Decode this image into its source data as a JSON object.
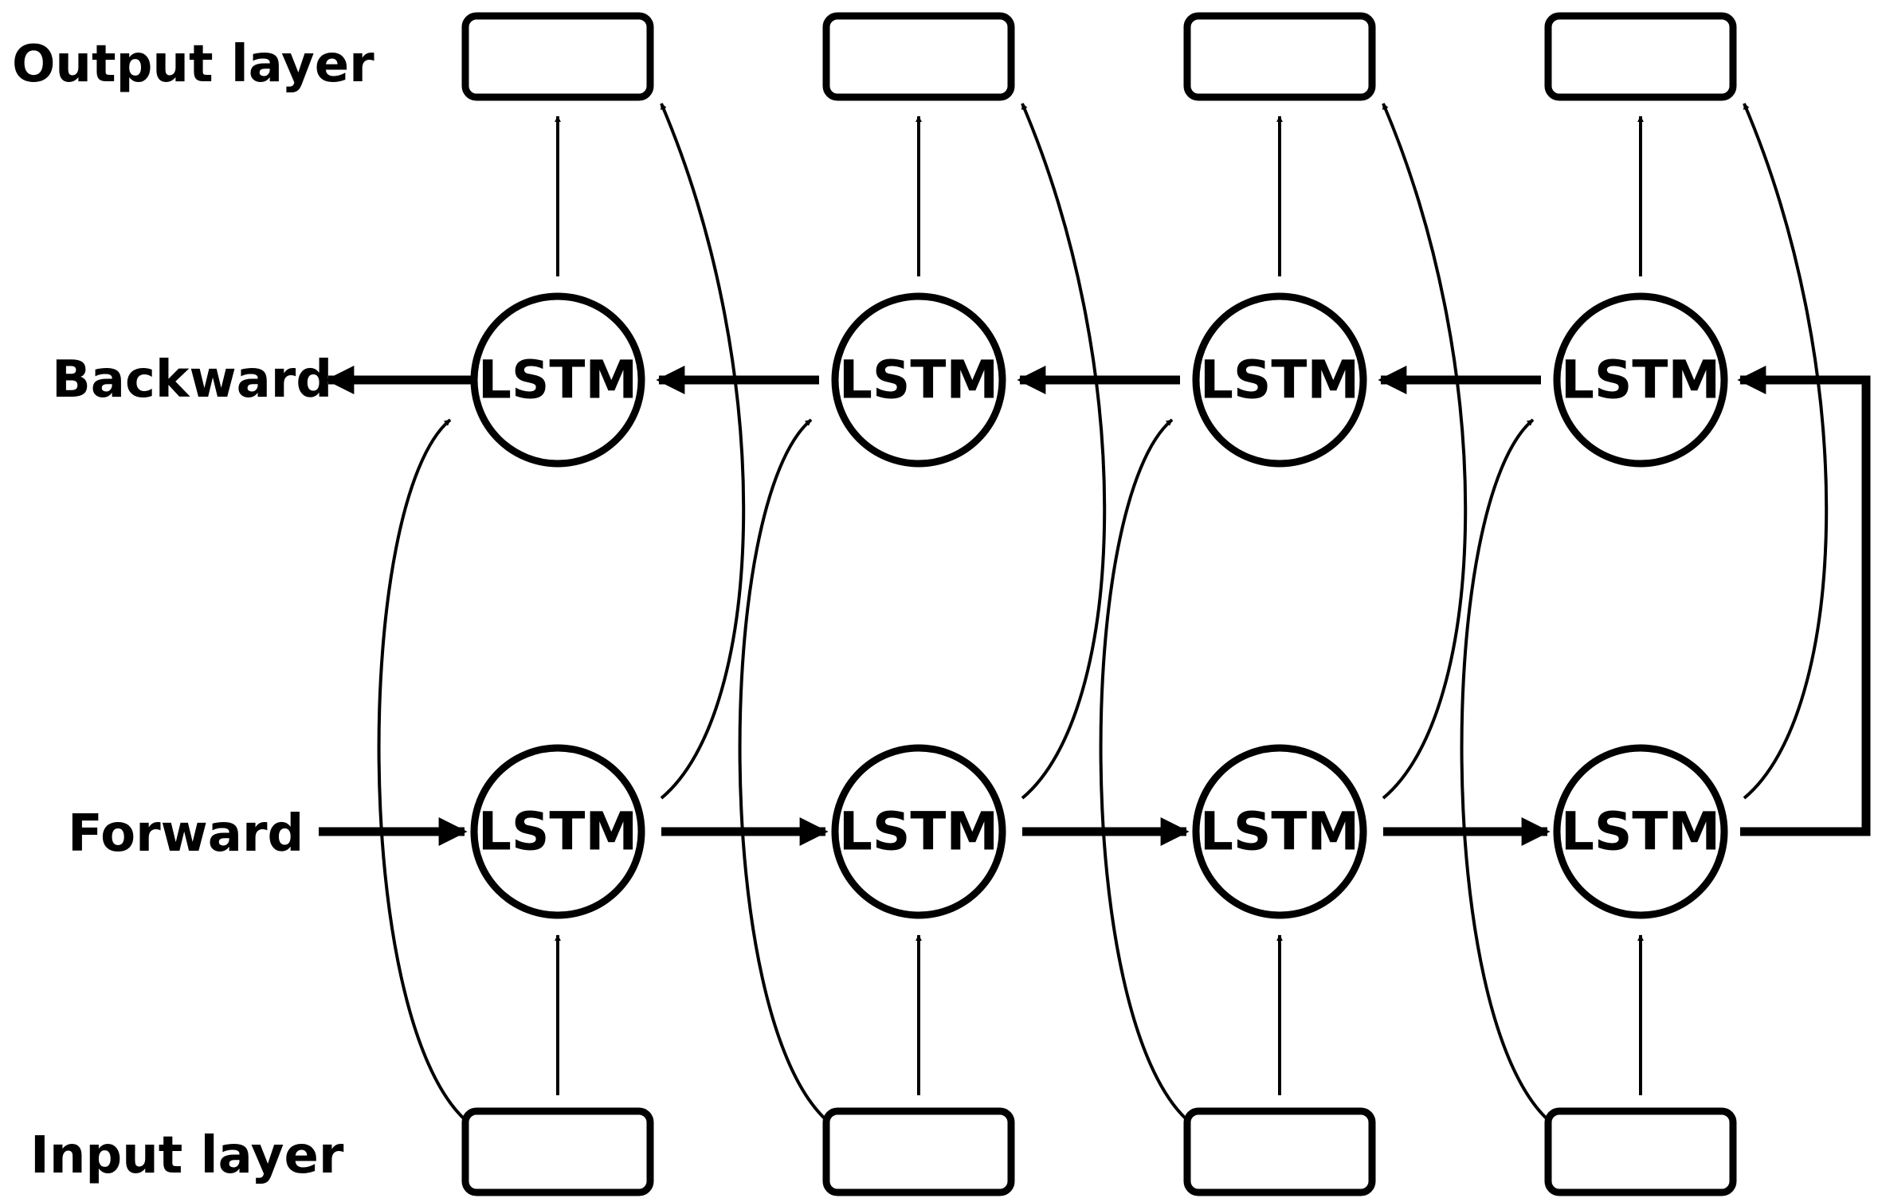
{
  "labels": {
    "output_layer": "Output layer",
    "backward": "Backward",
    "forward": "Forward",
    "input_layer": "Input layer"
  },
  "cell_label": "LSTM",
  "timesteps": 4,
  "colors": {
    "stroke": "#000000",
    "background": "#ffffff"
  }
}
